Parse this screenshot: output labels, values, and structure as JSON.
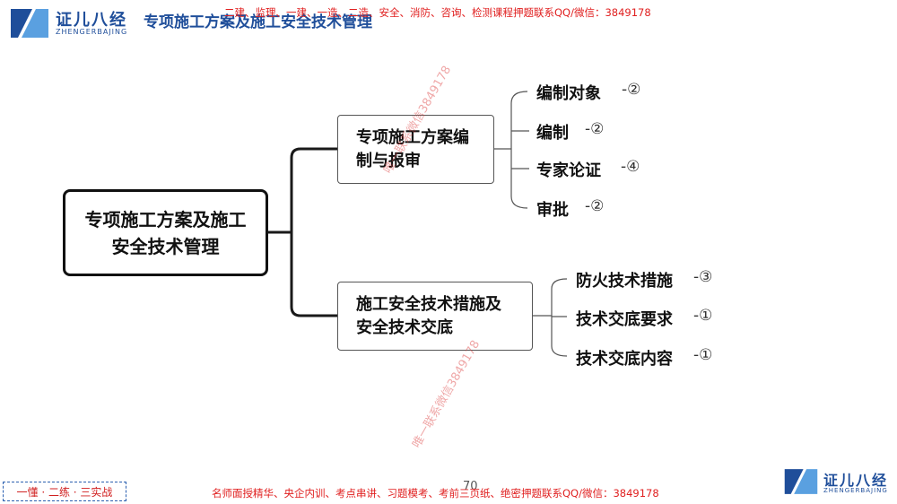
{
  "header": {
    "logo_text": "证儿八经",
    "logo_sub": "ZHENGERBAJING",
    "title": "专项施工方案及施工安全技术管理",
    "promo": "二建、监理、一建、一造、二造、安全、消防、咨询、检测课程押题联系QQ/微信：3849178"
  },
  "diagram": {
    "root": "专项施工方案及施工安全技术管理",
    "branches": [
      {
        "label": "专项施工方案编制与报审",
        "leaves": [
          {
            "label": "编制对象",
            "marker": "-②"
          },
          {
            "label": "编制",
            "marker": "-②"
          },
          {
            "label": "专家论证",
            "marker": "-④"
          },
          {
            "label": "审批",
            "marker": "-②"
          }
        ]
      },
      {
        "label": "施工安全技术措施及安全技术交底",
        "leaves": [
          {
            "label": "防火技术措施",
            "marker": "-③"
          },
          {
            "label": "技术交底要求",
            "marker": "-①"
          },
          {
            "label": "技术交底内容",
            "marker": "-①"
          }
        ]
      }
    ]
  },
  "watermarks": {
    "top": "唯一联系微信3849178",
    "bottom": "唯一联系微信3849178"
  },
  "footer": {
    "slogan": "一懂 · 二练 · 三实战",
    "promo": "名师面授精华、央企内训、考点串讲、习题模考、考前三页纸、绝密押题联系QQ/微信：3849178",
    "page": "70",
    "logo_text": "证儿八经",
    "logo_sub": "ZHENGERBAJING"
  },
  "colors": {
    "brand_blue": "#1f4e9a",
    "promo_red": "#e02020"
  }
}
